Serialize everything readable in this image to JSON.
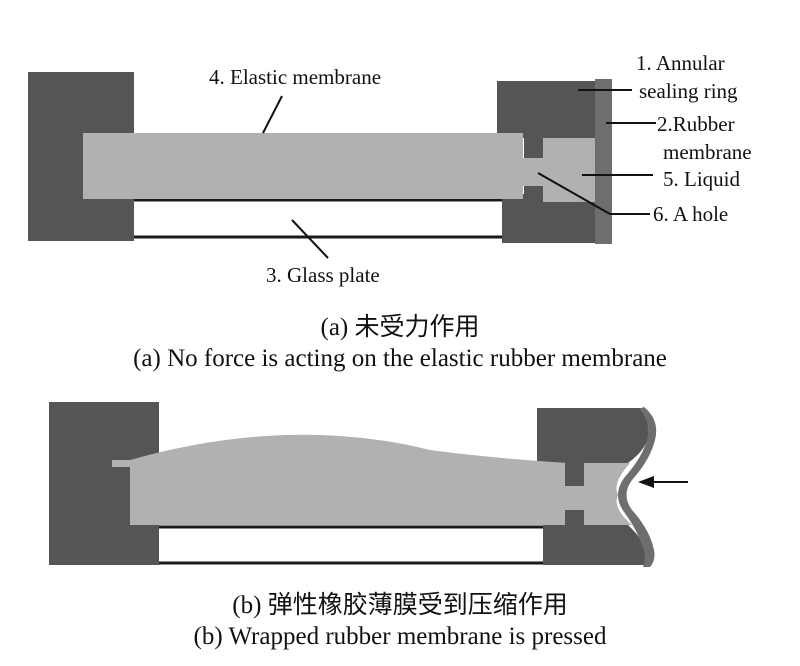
{
  "figure": {
    "colors": {
      "frame": "#555555",
      "membrane": "#b1b1b1",
      "liquid": "#b1b1b1",
      "rubber_membrane": "#6e6e6e",
      "glass_edge": "#1a1a1a",
      "background": "#ffffff",
      "leader": "#111111"
    },
    "panel_a": {
      "labels": {
        "annular_ring_line1": "1. Annular",
        "annular_ring_line2": "sealing ring",
        "rubber_membrane_line1": "2.Rubber",
        "rubber_membrane_line2": "membrane",
        "glass_plate": "3. Glass plate",
        "elastic_membrane": "4. Elastic membrane",
        "liquid": "5. Liquid",
        "hole": "6. A hole"
      },
      "caption_zh": "(a) 未受力作用",
      "caption_en": "(a) No force is acting on the elastic rubber membrane"
    },
    "panel_b": {
      "force_arrow": "left-arrow",
      "caption_zh": "(b) 弹性橡胶薄膜受到压缩作用",
      "caption_en": "(b) Wrapped rubber membrane is pressed"
    }
  }
}
